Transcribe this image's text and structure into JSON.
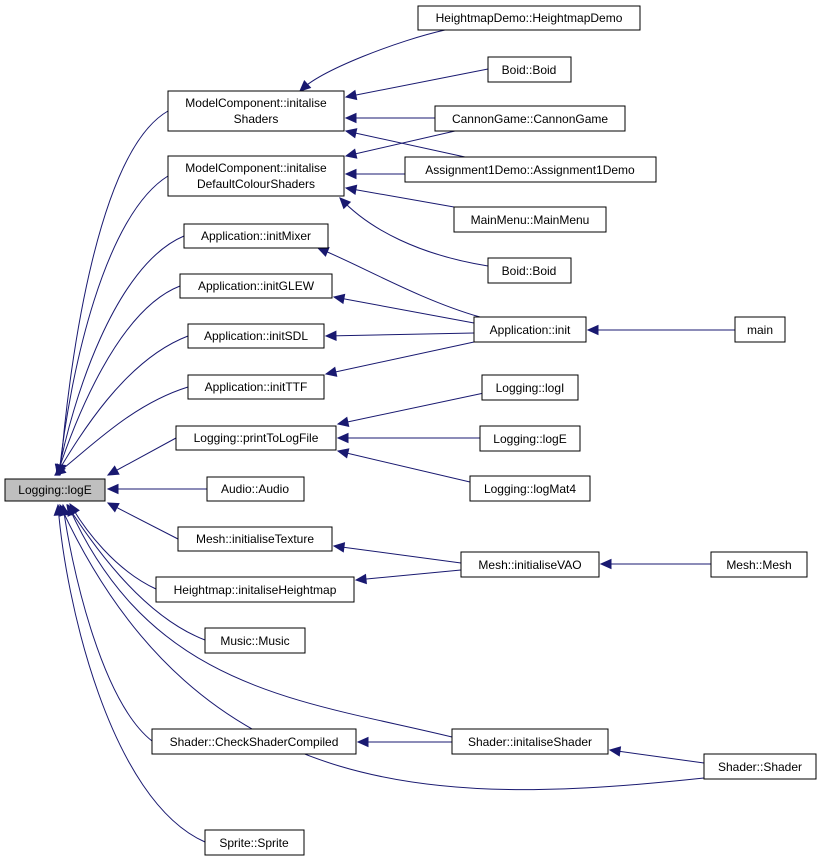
{
  "nodes": {
    "logE_root": [
      "Logging::logE"
    ],
    "mc_initShaders": [
      "ModelComponent::initalise",
      "Shaders"
    ],
    "mc_initDefShaders": [
      "ModelComponent::initalise",
      "DefaultColourShaders"
    ],
    "app_initMixer": [
      "Application::initMixer"
    ],
    "app_initGLEW": [
      "Application::initGLEW"
    ],
    "app_initSDL": [
      "Application::initSDL"
    ],
    "app_initTTF": [
      "Application::initTTF"
    ],
    "log_printToLogFile": [
      "Logging::printToLogFile"
    ],
    "audio_audio": [
      "Audio::Audio"
    ],
    "mesh_initTexture": [
      "Mesh::initialiseTexture"
    ],
    "hm_initHeightmap": [
      "Heightmap::initaliseHeightmap"
    ],
    "music_music": [
      "Music::Music"
    ],
    "shader_checkCompiled": [
      "Shader::CheckShaderCompiled"
    ],
    "sprite_sprite": [
      "Sprite::Sprite"
    ],
    "hmdemo": [
      "HeightmapDemo::HeightmapDemo"
    ],
    "boid1": [
      "Boid::Boid"
    ],
    "cannon": [
      "CannonGame::CannonGame"
    ],
    "assign1": [
      "Assignment1Demo::Assignment1Demo"
    ],
    "mainmenu": [
      "MainMenu::MainMenu"
    ],
    "boid2": [
      "Boid::Boid"
    ],
    "app_init": [
      "Application::init"
    ],
    "log_logI": [
      "Logging::logI"
    ],
    "log_logE2": [
      "Logging::logE"
    ],
    "log_logMat4": [
      "Logging::logMat4"
    ],
    "mesh_initVAO": [
      "Mesh::initialiseVAO"
    ],
    "shader_initShader": [
      "Shader::initaliseShader"
    ],
    "main": [
      "main"
    ],
    "mesh_mesh": [
      "Mesh::Mesh"
    ],
    "shader_shader": [
      "Shader::Shader"
    ]
  },
  "edges": [
    [
      "mc_initShaders",
      "logE_root"
    ],
    [
      "mc_initDefShaders",
      "logE_root"
    ],
    [
      "app_initMixer",
      "logE_root"
    ],
    [
      "app_initGLEW",
      "logE_root"
    ],
    [
      "app_initSDL",
      "logE_root"
    ],
    [
      "app_initTTF",
      "logE_root"
    ],
    [
      "log_printToLogFile",
      "logE_root"
    ],
    [
      "audio_audio",
      "logE_root"
    ],
    [
      "mesh_initTexture",
      "logE_root"
    ],
    [
      "hm_initHeightmap",
      "logE_root"
    ],
    [
      "music_music",
      "logE_root"
    ],
    [
      "shader_checkCompiled",
      "logE_root"
    ],
    [
      "sprite_sprite",
      "logE_root"
    ],
    [
      "shader_initShader",
      "logE_root"
    ],
    [
      "shader_shader",
      "logE_root"
    ],
    [
      "hmdemo",
      "mc_initShaders"
    ],
    [
      "boid1",
      "mc_initShaders"
    ],
    [
      "cannon",
      "mc_initShaders"
    ],
    [
      "assign1",
      "mc_initShaders"
    ],
    [
      "cannon",
      "mc_initDefShaders"
    ],
    [
      "assign1",
      "mc_initDefShaders"
    ],
    [
      "mainmenu",
      "mc_initDefShaders"
    ],
    [
      "boid2",
      "mc_initDefShaders"
    ],
    [
      "app_init",
      "app_initMixer"
    ],
    [
      "app_init",
      "app_initGLEW"
    ],
    [
      "app_init",
      "app_initSDL"
    ],
    [
      "app_init",
      "app_initTTF"
    ],
    [
      "main",
      "app_init"
    ],
    [
      "log_logI",
      "log_printToLogFile"
    ],
    [
      "log_logE2",
      "log_printToLogFile"
    ],
    [
      "log_logMat4",
      "log_printToLogFile"
    ],
    [
      "mesh_initVAO",
      "mesh_initTexture"
    ],
    [
      "mesh_initVAO",
      "hm_initHeightmap"
    ],
    [
      "mesh_mesh",
      "mesh_initVAO"
    ],
    [
      "shader_initShader",
      "shader_checkCompiled"
    ],
    [
      "shader_shader",
      "shader_initShader"
    ]
  ],
  "colors": {
    "edge": "#191970",
    "root_fill": "#bfbfbf",
    "node_fill": "#ffffff",
    "node_border": "#000000"
  }
}
